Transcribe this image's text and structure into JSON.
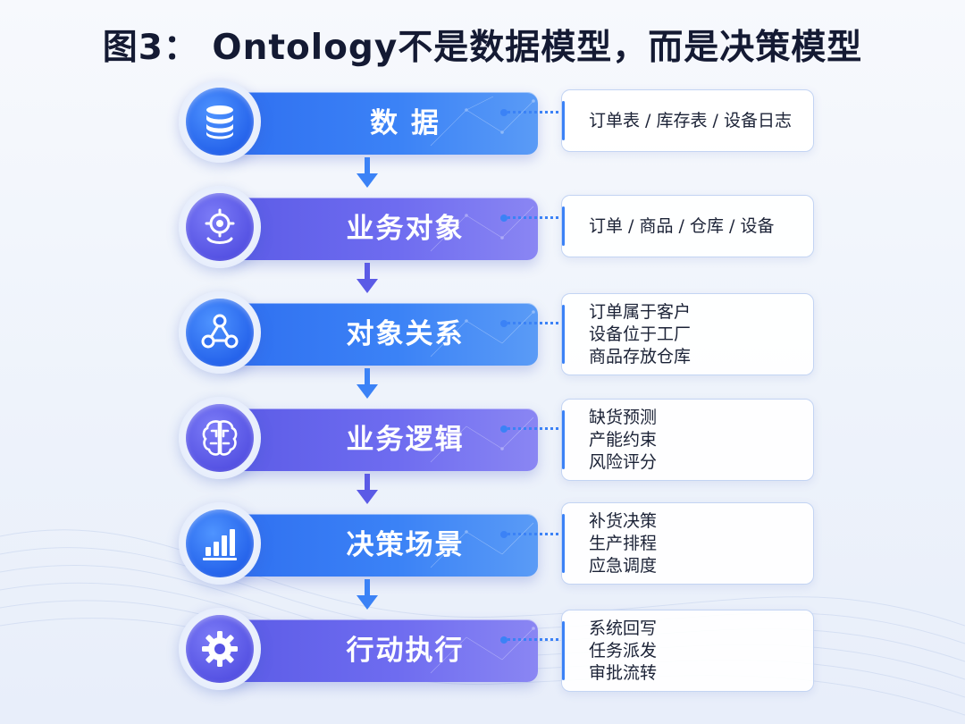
{
  "title": "图3： Ontology不是数据模型，而是决策模型",
  "colors": {
    "blue": "#2f6ff0",
    "violet": "#5b5be6",
    "arrow": "#3b82f6",
    "note_border": "#c3d4f3"
  },
  "steps": [
    {
      "label": "数 据",
      "icon": "database-icon",
      "color": "blue",
      "notes": [
        "订单表 / 库存表 / 设备日志"
      ]
    },
    {
      "label": "业务对象",
      "icon": "target-location-icon",
      "color": "violet",
      "notes": [
        "订单 / 商品 / 仓库 / 设备"
      ]
    },
    {
      "label": "对象关系",
      "icon": "network-nodes-icon",
      "color": "blue",
      "notes": [
        "订单属于客户",
        "设备位于工厂",
        "商品存放仓库"
      ]
    },
    {
      "label": "业务逻辑",
      "icon": "brain-circuit-icon",
      "color": "violet",
      "notes": [
        "缺货预测",
        "产能约束",
        "风险评分"
      ]
    },
    {
      "label": "决策场景",
      "icon": "bar-chart-icon",
      "color": "blue",
      "notes": [
        "补货决策",
        "生产排程",
        "应急调度"
      ]
    },
    {
      "label": "行动执行",
      "icon": "gear-icon",
      "color": "violet",
      "notes": [
        "系统回写",
        "任务派发",
        "审批流转"
      ]
    }
  ]
}
